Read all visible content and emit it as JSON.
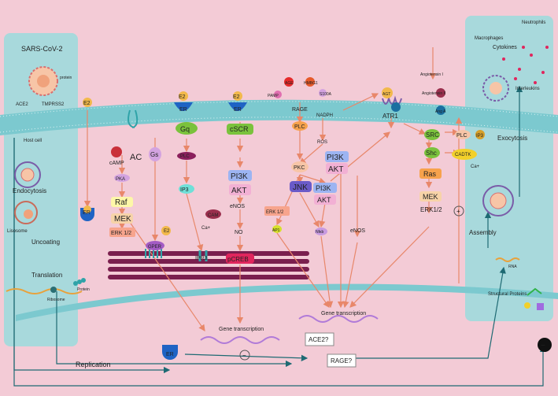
{
  "colors": {
    "background": "#f3cbd6",
    "membrane": "#7cc9cf",
    "cell_panel": "#a8d9dc",
    "arrow": "#e8876a",
    "dark_arrow": "#1e6a73"
  },
  "labels": {
    "sars": "SARS-CoV-2",
    "protein": "protein",
    "ace2_tag": "ACE2",
    "tmprss2": "TMPRSS2",
    "host_cell": "Host cell",
    "endocytosis": "Endocytosis",
    "lisosome": "Lisosome",
    "uncoating": "Uncoating",
    "translation": "Translation",
    "ribosome": "Ribosome",
    "protein2": "Protein",
    "replication": "Replication",
    "e2": "E2",
    "er": "ER",
    "camp": "cAMP",
    "ac": "AC",
    "gs": "Gs",
    "pka": "PKA",
    "raf": "Raf",
    "mek": "MEK",
    "erk12": "ERK 1/2",
    "erk12b": "ERK1/2",
    "gper": "GPER",
    "gq": "Gq",
    "plc": "PLC",
    "ip3": "IP3",
    "ipr3": "IPR3",
    "cam": "CAM",
    "ca": "Ca+",
    "cscr": "cSCR",
    "pi3k": "PI3K",
    "akt": "AKT",
    "enos": "eNOS",
    "no": "NO",
    "pcreb": "pCREB",
    "age": "AGE",
    "hmgb1": "HMBG1",
    "pamp": "PAMP",
    "s100a": "S100A",
    "rage": "RAGE",
    "nadph": "NADPH",
    "ros": "ROS",
    "pkc": "PKC",
    "jnk": "JNK",
    "ap1": "AP1",
    "nfkb": "Nfκb",
    "agt": "AGT",
    "ang1": "Angiotensin I",
    "ang2": "Angiotensin II",
    "ang_a": "Ang A",
    "atr1": "ATR1",
    "src": "SRC",
    "shc": "Shc",
    "cadtk": "CADTK",
    "ras": "Ras",
    "gene_transcription": "Gene transcription",
    "ace2_q": "ACE2?",
    "rage_q": "RAGE?",
    "exocytosis": "Exocytosis",
    "assembly": "Assembly",
    "structural_proteins": "Structural Proteins",
    "rna": "RNA",
    "macrophages": "Macrophages",
    "neutrophils": "Neutrophils",
    "cytokines": "Cytokines",
    "interleukins": "Interleukins",
    "plus": "+",
    "minus": "−"
  }
}
